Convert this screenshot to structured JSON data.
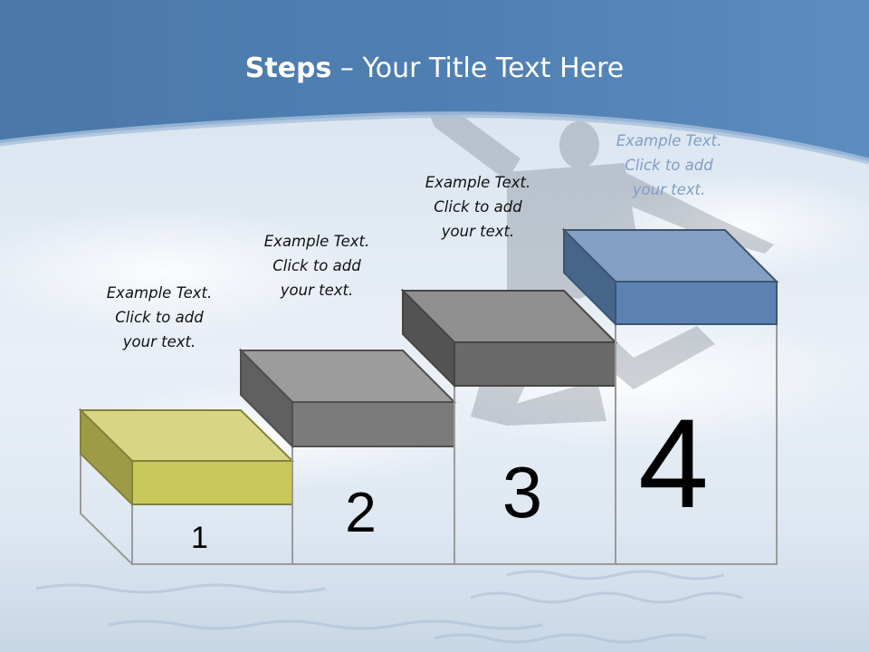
{
  "title": {
    "bold": "Steps",
    "rest": " – Your Title Text Here"
  },
  "steps": [
    {
      "number": "1",
      "lines": [
        "Example Text.",
        "Click  to add",
        "your text."
      ],
      "color": "#c9c85a"
    },
    {
      "number": "2",
      "lines": [
        "Example Text.",
        "Click  to add",
        "your text."
      ],
      "color": "#7b7b7b"
    },
    {
      "number": "3",
      "lines": [
        "Example Text.",
        "Click  to add",
        "your text."
      ],
      "color": "#6a6a6a"
    },
    {
      "number": "4",
      "lines": [
        "Example Text.",
        "Click  to add",
        "your text."
      ],
      "color": "#5b82b0"
    }
  ],
  "colors": {
    "header": "#4a7aad",
    "accent_blue": "#5b82b0",
    "caption_faded": "#7f9fc4"
  }
}
